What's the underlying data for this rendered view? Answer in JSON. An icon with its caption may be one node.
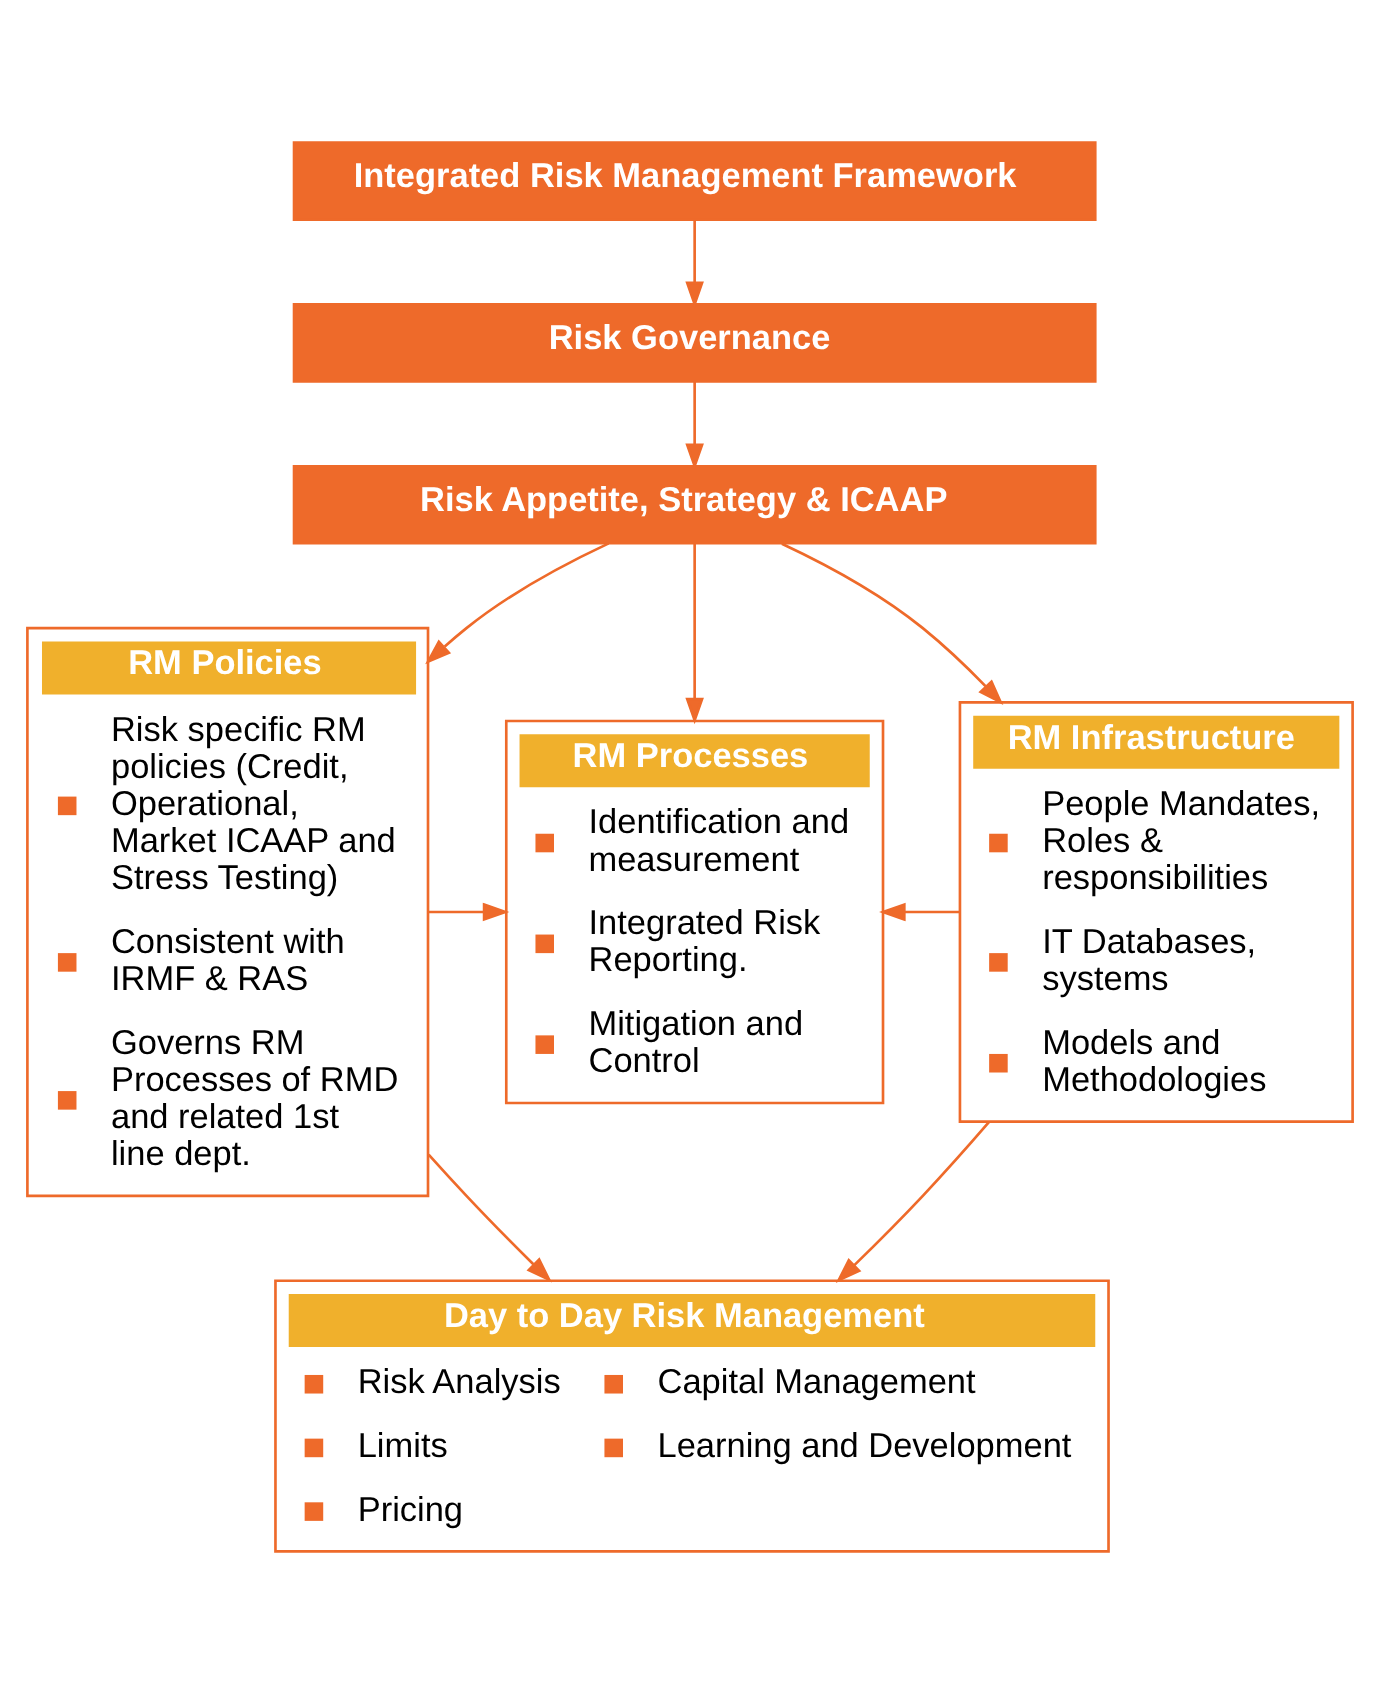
{
  "diagram": {
    "nodes": [
      {
        "text": [
          "Integrated Risk Management Framework"
        ]
      },
      {
        "text": [
          "Risk Governance"
        ]
      },
      {
        "text": [
          "Risk Appetite, Strategy & ICAAP"
        ]
      },
      {
        "text": [
          "RM Policies",
          "Risk specific RM policies (Credit, Operational, Market ICAAP and Stress Testing)",
          "Consistent with IRMF & RAS",
          "Governs RM Processes of RMD and related 1st line dept."
        ]
      },
      {
        "text": [
          "RM Processes",
          "Identification and measurement",
          "Integrated Risk Reporting.",
          "Mitigation and Control"
        ]
      },
      {
        "text": [
          "RM Infrastructure",
          "People Mandates, Roles & responsibilities",
          "IT Databases, systems",
          "Models and Methodologies"
        ]
      },
      {
        "text": [
          "Day to Day Risk Management",
          "Risk Analysis",
          "Limits",
          "Pricing",
          "Capital Management",
          "Learning and Development"
        ]
      }
    ],
    "edges": [
      {
        "from": 0,
        "to": 1,
        "arrow": "to"
      },
      {
        "from": 1,
        "to": 2,
        "arrow": "to"
      },
      {
        "from": 2,
        "to": 3,
        "arrow": "to"
      },
      {
        "from": 2,
        "to": 4,
        "arrow": "to"
      },
      {
        "from": 2,
        "to": 5,
        "arrow": "to"
      },
      {
        "from": 3,
        "to": 4,
        "arrow": "to"
      },
      {
        "from": 5,
        "to": 4,
        "arrow": "to"
      },
      {
        "from": 3,
        "to": 6,
        "arrow": "to"
      },
      {
        "from": 5,
        "to": 6,
        "arrow": "to"
      }
    ]
  }
}
